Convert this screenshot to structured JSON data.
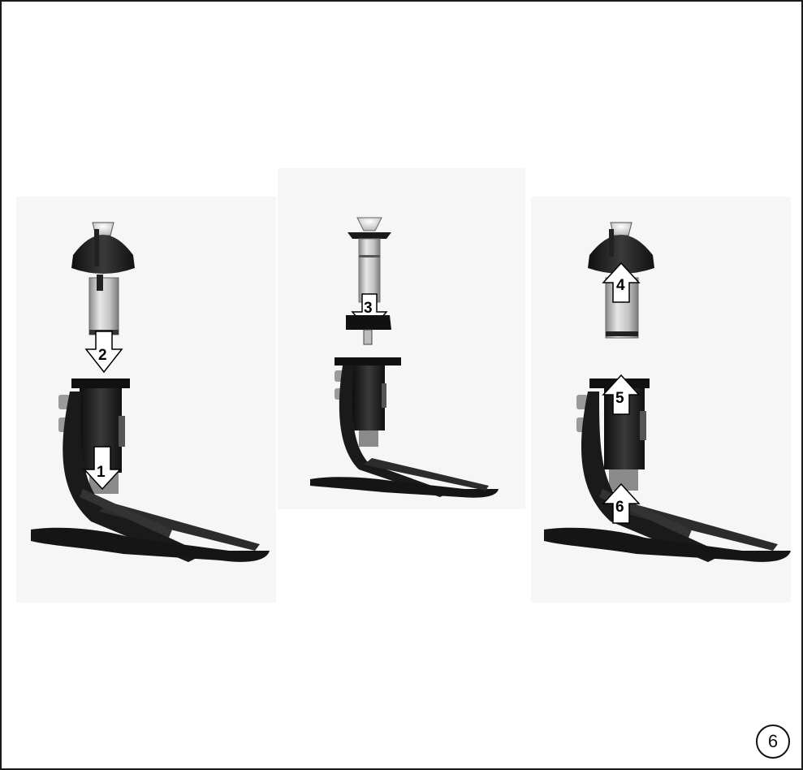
{
  "figure": {
    "number": "6"
  },
  "steps": {
    "s1": "1",
    "s2": "2",
    "s3": "3",
    "s4": "4",
    "s5": "5",
    "s6": "6"
  },
  "colors": {
    "frame": "#1a1a1a",
    "background": "#ffffff",
    "panel_bg": "#f4f4f4",
    "component_dark": "#1e1e1e",
    "component_metal": "#bdbdbd",
    "arrow_fill": "#ffffff",
    "arrow_stroke": "#000000"
  },
  "panels": [
    "left-assembly",
    "center-assembly",
    "right-assembly"
  ]
}
